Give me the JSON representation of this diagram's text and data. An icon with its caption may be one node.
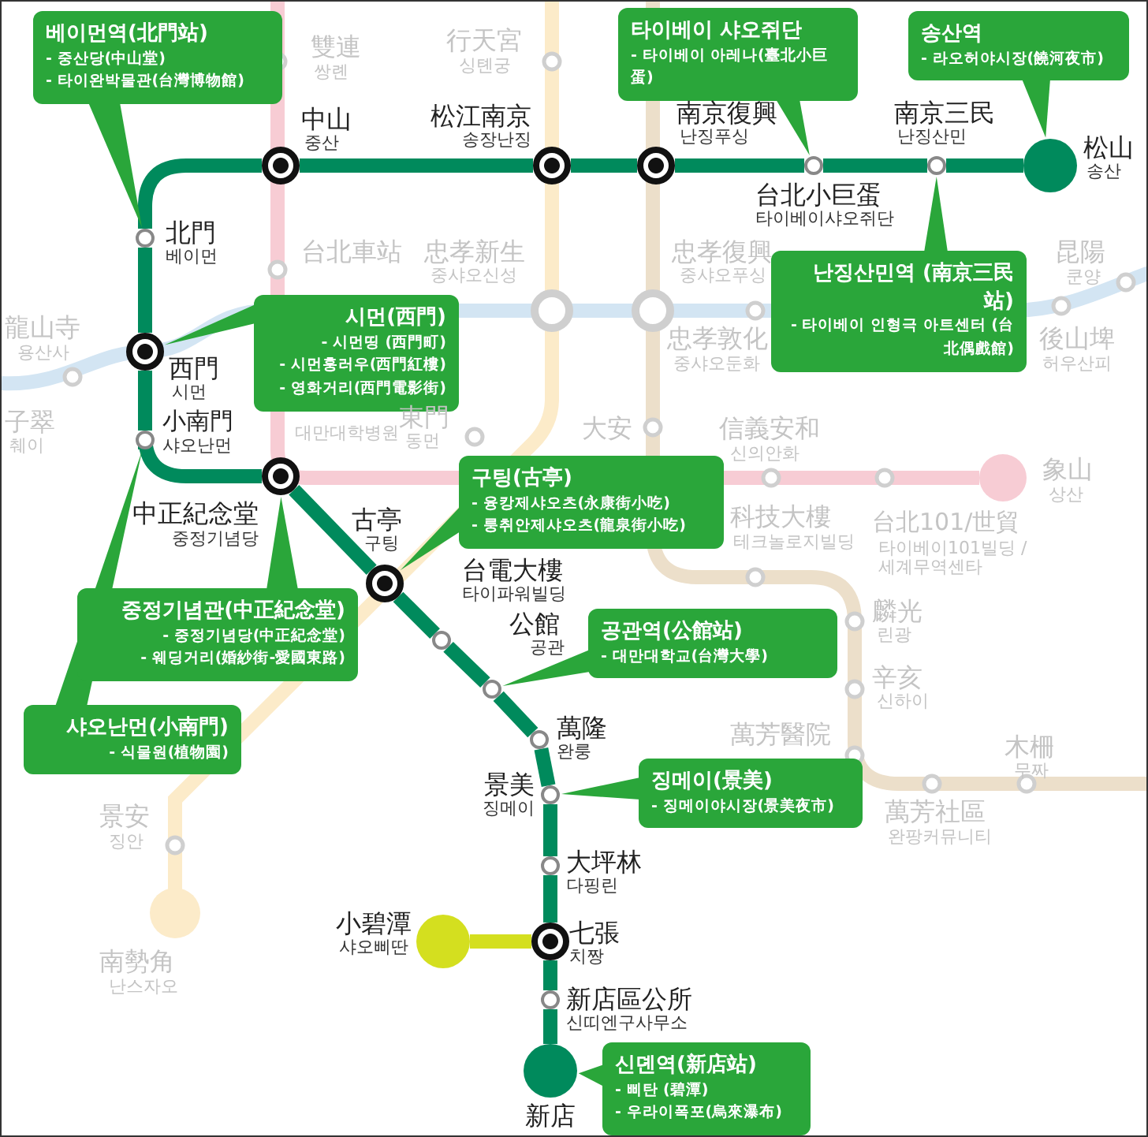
{
  "diagram": {
    "nodes": [
      {
        "text": [],
        "shape": "circle",
        "beside": [
          "中山",
          "중산"
        ]
      },
      {
        "text": [],
        "shape": "circle",
        "beside": [
          "松江南京",
          "송장난징"
        ]
      },
      {
        "text": [],
        "shape": "circle",
        "beside": [
          "南京復興",
          "난징푸싱"
        ]
      },
      {
        "text": [],
        "shape": "circle",
        "beside": [
          "台北小巨蛋",
          "타이베이샤오쥐단"
        ]
      },
      {
        "text": [],
        "shape": "circle",
        "beside": [
          "南京三民",
          "난징산민"
        ]
      },
      {
        "text": [],
        "shape": "circle",
        "beside": [
          "松山",
          "송산"
        ]
      },
      {
        "text": [],
        "shape": "circle",
        "beside": [
          "北門",
          "베이먼"
        ]
      },
      {
        "text": [],
        "shape": "circle",
        "beside": [
          "西門",
          "시먼"
        ]
      },
      {
        "text": [],
        "shape": "circle",
        "beside": [
          "小南門",
          "샤오난먼"
        ]
      },
      {
        "text": [],
        "shape": "circle",
        "beside": [
          "中正紀念堂",
          "중정기념당"
        ]
      },
      {
        "text": [],
        "shape": "circle",
        "beside": [
          "古亭",
          "구팅"
        ]
      },
      {
        "text": [],
        "shape": "circle",
        "beside": [
          "台電大樓",
          "타이파워빌딩"
        ]
      },
      {
        "text": [],
        "shape": "circle",
        "beside": [
          "公館",
          "공관"
        ]
      },
      {
        "text": [],
        "shape": "circle",
        "beside": [
          "萬隆",
          "완룽"
        ]
      },
      {
        "text": [],
        "shape": "circle",
        "beside": [
          "景美",
          "징메이"
        ]
      },
      {
        "text": [],
        "shape": "circle",
        "beside": [
          "大坪林",
          "다핑린"
        ]
      },
      {
        "text": [],
        "shape": "circle",
        "beside": [
          "七張",
          "치짱"
        ]
      },
      {
        "text": [],
        "shape": "circle",
        "beside": [
          "新店區公所",
          "신띠엔구사무소"
        ]
      },
      {
        "text": [],
        "shape": "circle",
        "beside": [
          "新店"
        ]
      },
      {
        "text": [],
        "shape": "circle",
        "beside": [
          "小碧潭",
          "샤오삐딴"
        ]
      },
      {
        "text": [
          "베이먼역(北門站)",
          "- 중산당(中山堂)",
          "- 타이완박물관(台灣博物館)"
        ]
      },
      {
        "text": [
          "타이베이 샤오쥐단",
          "- 타이베이 아레나(臺北小巨蛋)"
        ]
      },
      {
        "text": [
          "송산역",
          "- 라오허야시장(饒河夜市)"
        ]
      },
      {
        "text": [
          "시먼(西門)",
          "- 시먼띵 (西門町)",
          "- 시먼훙러우(西門紅樓)",
          "- 영화거리(西門電影街)"
        ]
      },
      {
        "text": [
          "난징산민역 (南京三民站)",
          "- 타이베이 인형극 아트센터 (台北偶戲館)"
        ]
      },
      {
        "text": [
          "구팅(古亭)",
          "- 융캉제샤오츠(永康街小吃)",
          "- 룽취안제샤오츠(龍泉街小吃)"
        ]
      },
      {
        "text": [
          "중정기념관(中正紀念堂)",
          "- 중정기념당(中正紀念堂)",
          "- 웨딩거리(婚紗街-愛國東路)"
        ]
      },
      {
        "text": [
          "공관역(公館站)",
          "- 대만대학교(台灣大學)"
        ]
      },
      {
        "text": [
          "샤오난먼(小南門)",
          "- 식물원(植物園)"
        ]
      },
      {
        "text": [
          "징메이(景美)",
          "- 징메이야시장(景美夜市)"
        ]
      },
      {
        "text": [
          "신뎬역(新店站)",
          "- 삐탄 (碧潭)",
          "- 우라이폭포(烏來瀑布)"
        ]
      }
    ],
    "edges": [
      {
        "from": 5,
        "to": 4,
        "arrow": "none"
      },
      {
        "from": 4,
        "to": 3,
        "arrow": "none"
      },
      {
        "from": 3,
        "to": 2,
        "arrow": "none"
      },
      {
        "from": 2,
        "to": 1,
        "arrow": "none"
      },
      {
        "from": 1,
        "to": 0,
        "arrow": "none"
      },
      {
        "from": 0,
        "to": 6,
        "arrow": "none"
      },
      {
        "from": 6,
        "to": 7,
        "arrow": "none"
      },
      {
        "from": 7,
        "to": 8,
        "arrow": "none"
      },
      {
        "from": 8,
        "to": 9,
        "arrow": "none"
      },
      {
        "from": 9,
        "to": 10,
        "arrow": "none"
      },
      {
        "from": 10,
        "to": 11,
        "arrow": "none"
      },
      {
        "from": 11,
        "to": 12,
        "arrow": "none"
      },
      {
        "from": 12,
        "to": 13,
        "arrow": "none"
      },
      {
        "from": 13,
        "to": 14,
        "arrow": "none"
      },
      {
        "from": 14,
        "to": 15,
        "arrow": "none"
      },
      {
        "from": 15,
        "to": 16,
        "arrow": "none"
      },
      {
        "from": 16,
        "to": 17,
        "arrow": "none"
      },
      {
        "from": 17,
        "to": 18,
        "arrow": "none"
      },
      {
        "from": 16,
        "to": 19,
        "arrow": "none",
        "color": "#d4df1f"
      },
      {
        "from": 20,
        "to": 6,
        "arrow": "to",
        "color": "#2aa63a"
      },
      {
        "from": 21,
        "to": 3,
        "arrow": "to",
        "color": "#2aa63a"
      },
      {
        "from": 22,
        "to": 5,
        "arrow": "to",
        "color": "#2aa63a"
      },
      {
        "from": 23,
        "to": 7,
        "arrow": "to",
        "color": "#2aa63a"
      },
      {
        "from": 24,
        "to": 4,
        "arrow": "to",
        "color": "#2aa63a"
      },
      {
        "from": 25,
        "to": 10,
        "arrow": "to",
        "color": "#2aa63a"
      },
      {
        "from": 26,
        "to": 9,
        "arrow": "to",
        "color": "#2aa63a"
      },
      {
        "from": 27,
        "to": 12,
        "arrow": "to",
        "color": "#2aa63a"
      },
      {
        "from": 28,
        "to": 8,
        "arrow": "to",
        "color": "#2aa63a"
      },
      {
        "from": 29,
        "to": 14,
        "arrow": "to",
        "color": "#2aa63a"
      },
      {
        "from": 30,
        "to": 18,
        "arrow": "to",
        "color": "#2aa63a"
      }
    ],
    "labels": [
      "雙連",
      "쌍롄",
      "行天宮",
      "싱톈궁",
      "台北車站",
      "忠孝新生",
      "중샤오신성",
      "龍山寺",
      "용산사",
      "子翠",
      "췌이",
      "忠孝復興",
      "중샤오푸싱",
      "忠孝敦化",
      "중샤오둔화",
      "昆陽",
      "쿤양",
      "後山埤",
      "허우산피",
      "大安",
      "信義安和",
      "신의안화",
      "東門",
      "동먼",
      "대만대학병원",
      "象山",
      "상산",
      "台北101/世貿",
      "타이베이101빌딩 /세계무역센타",
      "科技大樓",
      "테크놀로지빌딩",
      "麟光",
      "린광",
      "辛亥",
      "신하이",
      "萬芳醫院",
      "萬芳社區",
      "완팡커뮤니티",
      "木柵",
      "무짜",
      "景安",
      "징안",
      "南勢角",
      "난스자오"
    ]
  }
}
